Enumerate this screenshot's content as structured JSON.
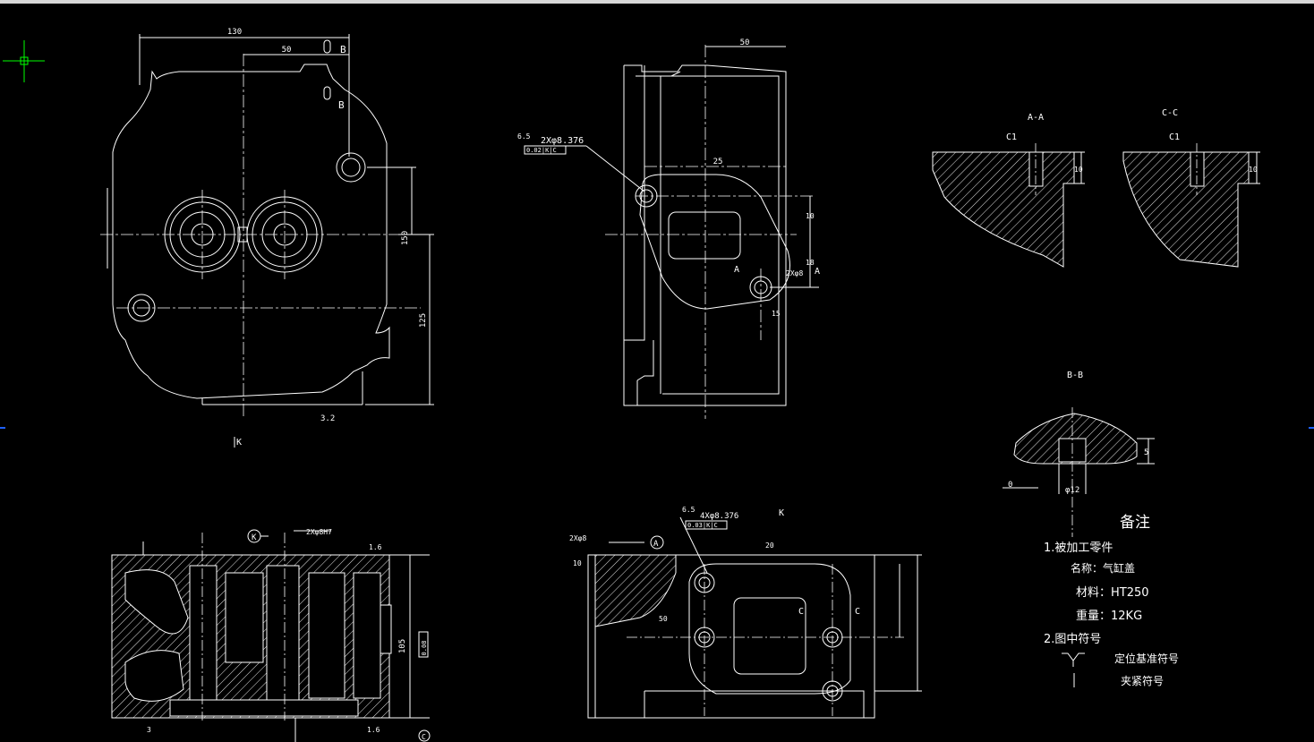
{
  "colors": {
    "background": "#000000",
    "line": "#ffffff",
    "crosshair": "#00ff00",
    "tick": "#1e60ff"
  },
  "views": {
    "front": {
      "dim_total": "130",
      "dim_half": "50",
      "section_b": "B",
      "section_b2": "B",
      "dim_v1": "150",
      "dim_v2": "125",
      "rough_32": "3.2",
      "view_arrow": "K"
    },
    "side": {
      "dim_50": "50",
      "dim_25": "25",
      "hole_note": "2Xφ8.376",
      "tol_frame": "0.02|K|C",
      "rough_65": "6.5",
      "dim_right1": "10",
      "dim_right2": "18",
      "section_a_left": "A",
      "section_a_right": "A",
      "dim_hole2": "2Xφ8",
      "dim_bottom15": "15"
    },
    "bottom_left": {
      "circle_k": "K",
      "hole_note": "2Xφ8H7",
      "dim_height": "105",
      "tol_box": "0.08",
      "rough_16a": "1.6",
      "rough_16b": "1.6",
      "circle_c": "C",
      "rough_32b": "3"
    },
    "bottom_right": {
      "view_label": "K",
      "hole_note": "4Xφ8.376",
      "tol_frame": "0.03|K|C",
      "rough": "6.5",
      "dim_left": "2Xφ8",
      "circle_a": "A",
      "dim_20": "20",
      "dim_50b": "50",
      "dim_10": "10",
      "section_c1": "C",
      "section_c2": "C"
    }
  },
  "sections": {
    "aa": {
      "title": "A-A",
      "chamfer": "C1",
      "dim": "10"
    },
    "cc": {
      "title": "C-C",
      "chamfer": "C1",
      "dim": "10"
    },
    "bb": {
      "title": "B-B",
      "dim_dia": "φ12",
      "dim_h": "5",
      "dim_left": "0"
    }
  },
  "notes": {
    "heading": "备注",
    "item1": "1.被加工零件",
    "name": "名称：气缸盖",
    "material": "材料：HT250",
    "weight": "重量：12KG",
    "item2": "2.图中符号",
    "locate_symbol": "定位基准符号",
    "clamp_symbol": "夹紧符号"
  }
}
